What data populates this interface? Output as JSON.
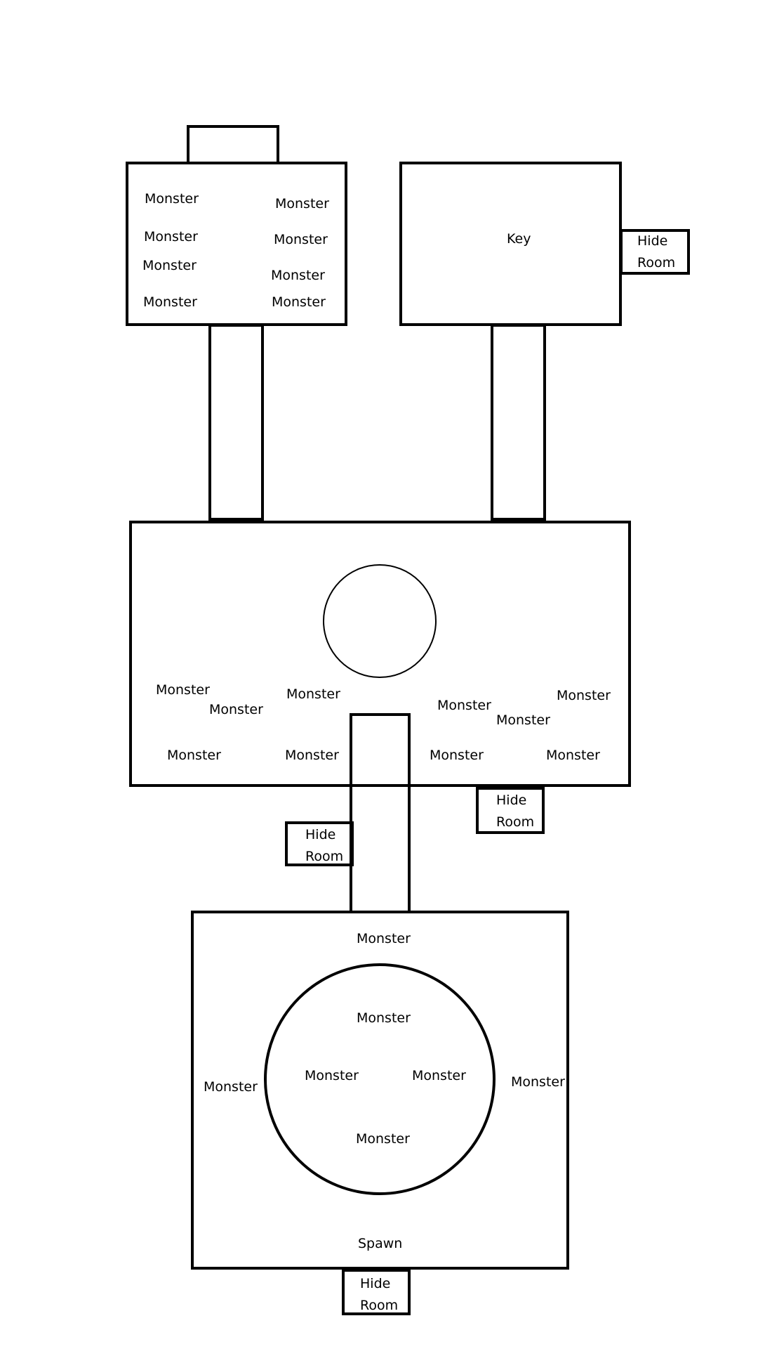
{
  "colors": {
    "background": "#ffffff",
    "stroke": "#000000"
  },
  "rooms": {
    "monster_room": {
      "labels": [
        "Monster",
        "Monster",
        "Monster",
        "Monster",
        "Monster",
        "Monster",
        "Monster",
        "Monster"
      ]
    },
    "key_room": {
      "label": "Key",
      "hide_room": {
        "line1": "Hide",
        "line2": "Room"
      }
    },
    "central_hall": {
      "labels": [
        "Monster",
        "Monster",
        "Monster",
        "Monster",
        "Monster",
        "Monster",
        "Monster",
        "Monster",
        "Monster",
        "Monster"
      ],
      "hide_room_right": {
        "line1": "Hide",
        "line2": "Room"
      },
      "hide_room_left": {
        "line1": "Hide",
        "line2": "Room"
      }
    },
    "spawn_room": {
      "monster_labels": [
        "Monster",
        "Monster",
        "Monster",
        "Monster",
        "Monster",
        "Monster",
        "Monster"
      ],
      "spawn_label": "Spawn",
      "hide_room": {
        "line1": "Hide",
        "line2": "Room"
      }
    }
  }
}
